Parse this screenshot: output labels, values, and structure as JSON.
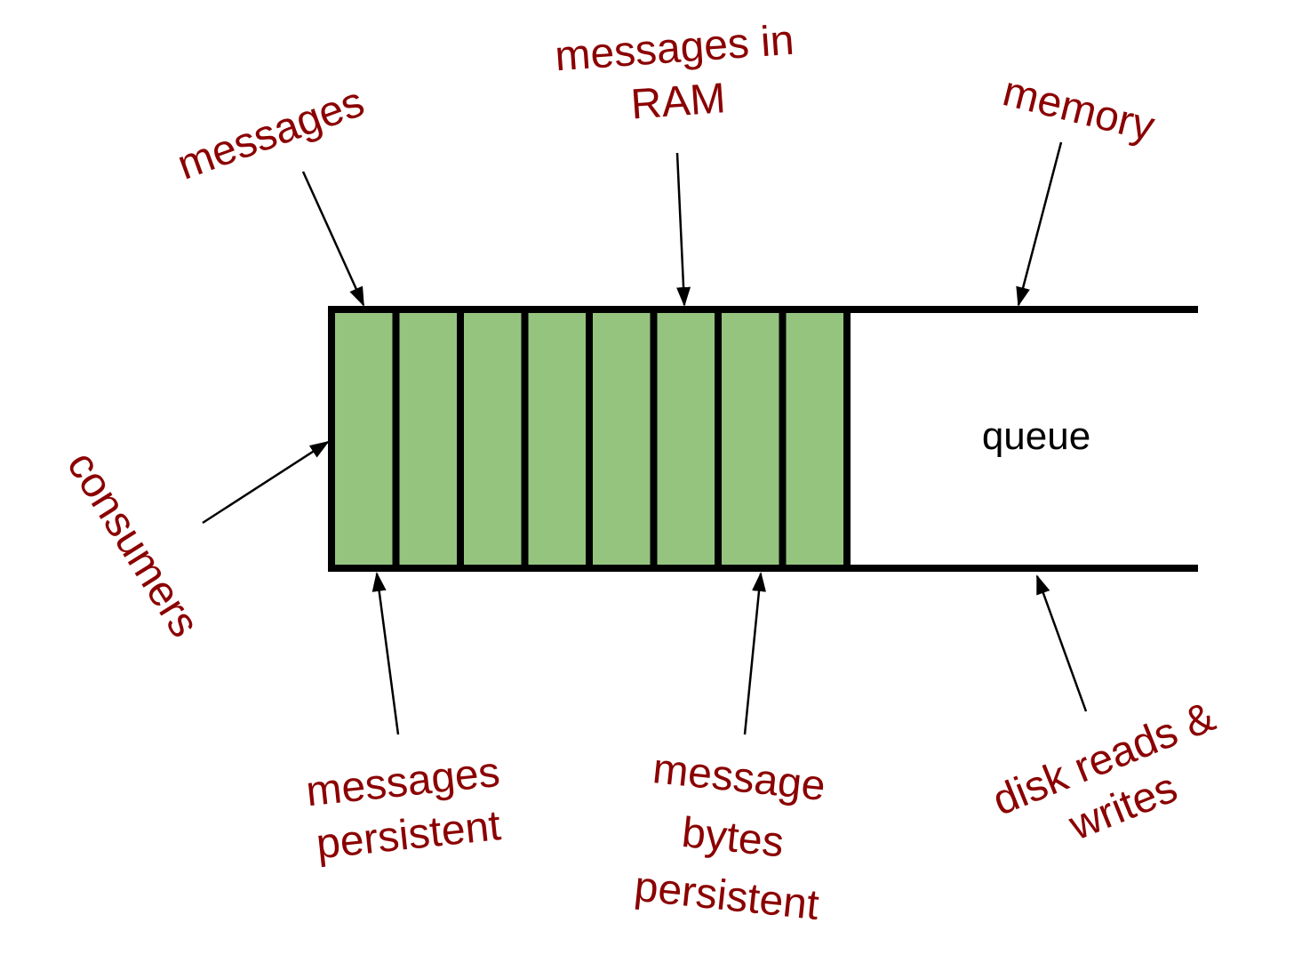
{
  "diagram": {
    "title": "",
    "queue_label": "queue",
    "colors": {
      "label": "#8b0000",
      "message_fill": "#95c47f",
      "outline": "#000000",
      "background": "#ffffff"
    },
    "message_count": 8,
    "labels": {
      "messages": [
        "messages"
      ],
      "messages_in_ram": [
        "messages in",
        "RAM"
      ],
      "memory": [
        "memory"
      ],
      "consumers": [
        "consumers"
      ],
      "messages_persistent": [
        "messages",
        "persistent"
      ],
      "message_bytes_persistent": [
        "message",
        "bytes",
        "persistent"
      ],
      "disk_reads_writes": [
        "disk reads &",
        "writes"
      ]
    }
  }
}
